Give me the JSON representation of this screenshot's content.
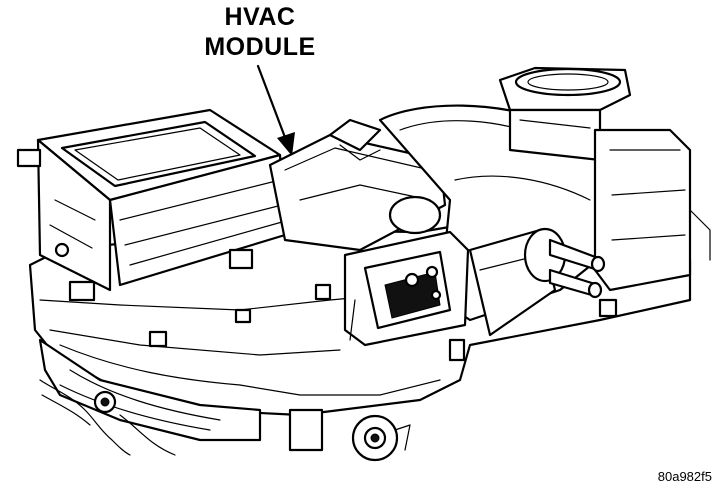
{
  "callout": {
    "line1": "HVAC",
    "line2": "MODULE"
  },
  "figure_id": "80a982f5"
}
